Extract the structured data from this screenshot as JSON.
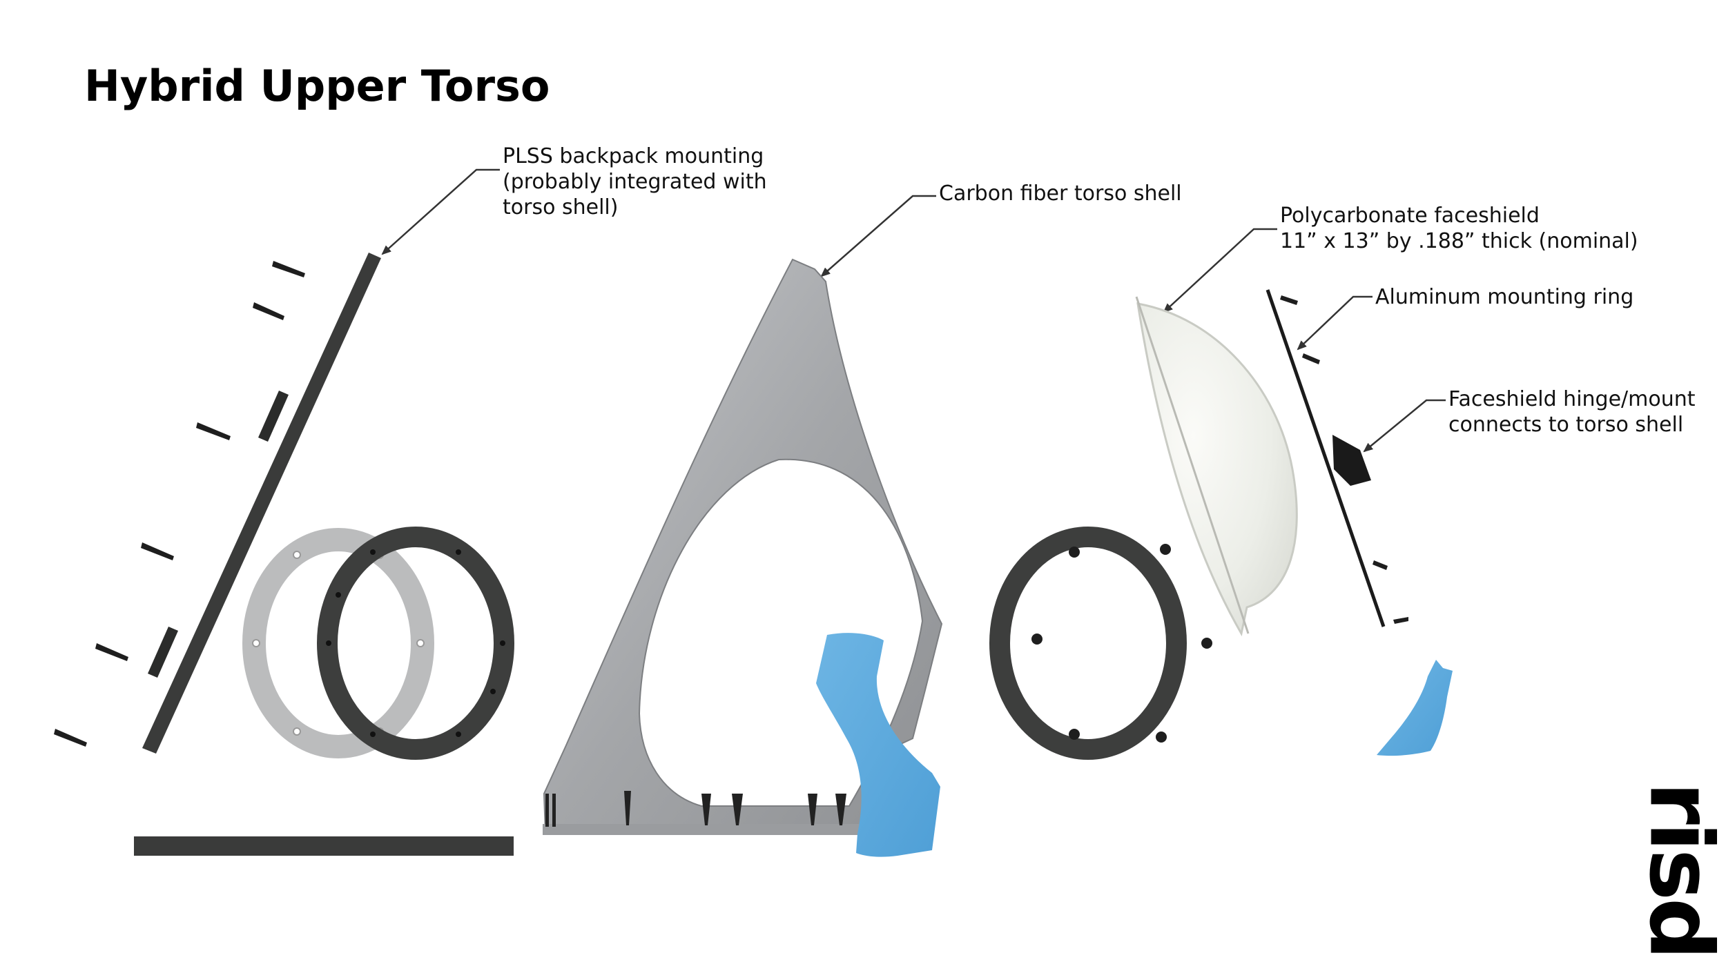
{
  "title": "Hybrid Upper Torso",
  "callouts": {
    "plss": [
      "PLSS backpack mounting",
      "(probably integrated with",
      "torso shell)"
    ],
    "shell": [
      "Carbon fiber torso shell"
    ],
    "faceshield": [
      "Polycarbonate faceshield",
      "11” x 13” by .188” thick (nominal)"
    ],
    "ring": [
      "Aluminum mounting ring"
    ],
    "hinge": [
      "Faceshield hinge/mount",
      "connects to torso shell"
    ]
  },
  "logo": "risd",
  "colors": {
    "text": "#111111",
    "dark_part": "#3a3b3a",
    "shell_gray": "#a9abae",
    "faceshield_white": "#eef0ea",
    "blue_part": "#5aa9dd",
    "leader_line": "#333333"
  },
  "icons": [
    "arrowhead",
    "fastener"
  ]
}
